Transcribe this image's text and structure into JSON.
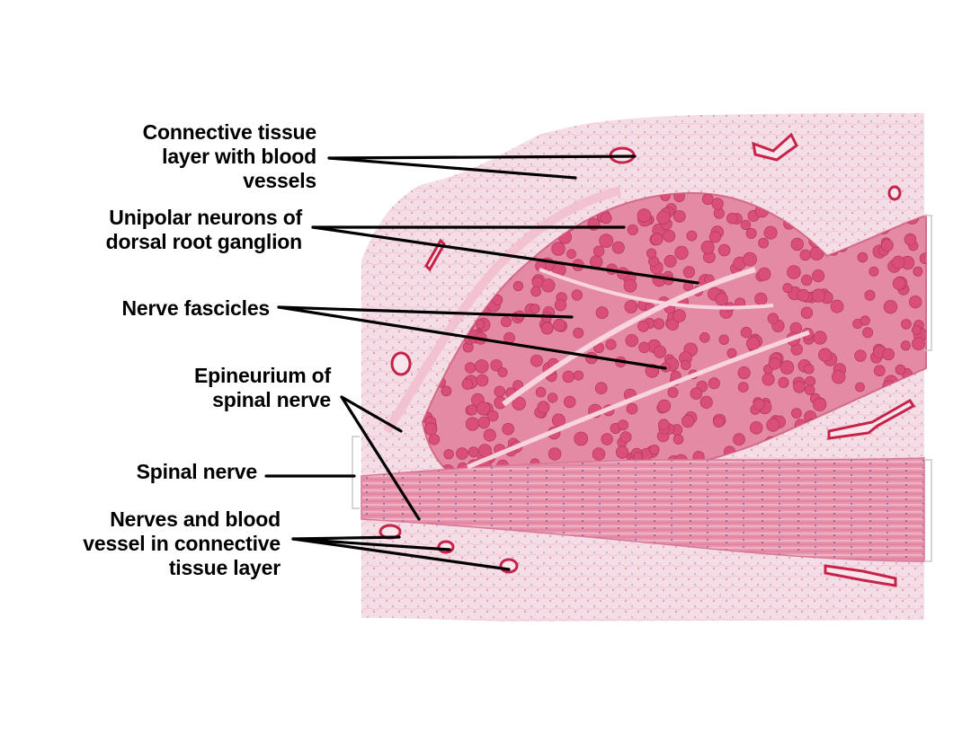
{
  "labels": {
    "connective_tissue": [
      "Connective tissue",
      "layer with blood",
      "vessels"
    ],
    "unipolar_neurons": [
      "Unipolar neurons of",
      "dorsal root ganglion"
    ],
    "nerve_fascicles": [
      "Nerve fascicles"
    ],
    "epineurium": [
      "Epineurium of",
      "spinal nerve"
    ],
    "spinal_nerve": [
      "Spinal nerve"
    ],
    "nerves_vessel": [
      "Nerves and blood",
      "vessel in connective",
      "tissue layer"
    ]
  },
  "colors": {
    "background": "#ffffff",
    "connective_tissue": "#f3d6df",
    "ganglion": "#e2839f",
    "neuron": "#d94f79",
    "nerve_bundle": "#e691aa",
    "vessel": "#c7234a",
    "leader_line": "#000000"
  }
}
